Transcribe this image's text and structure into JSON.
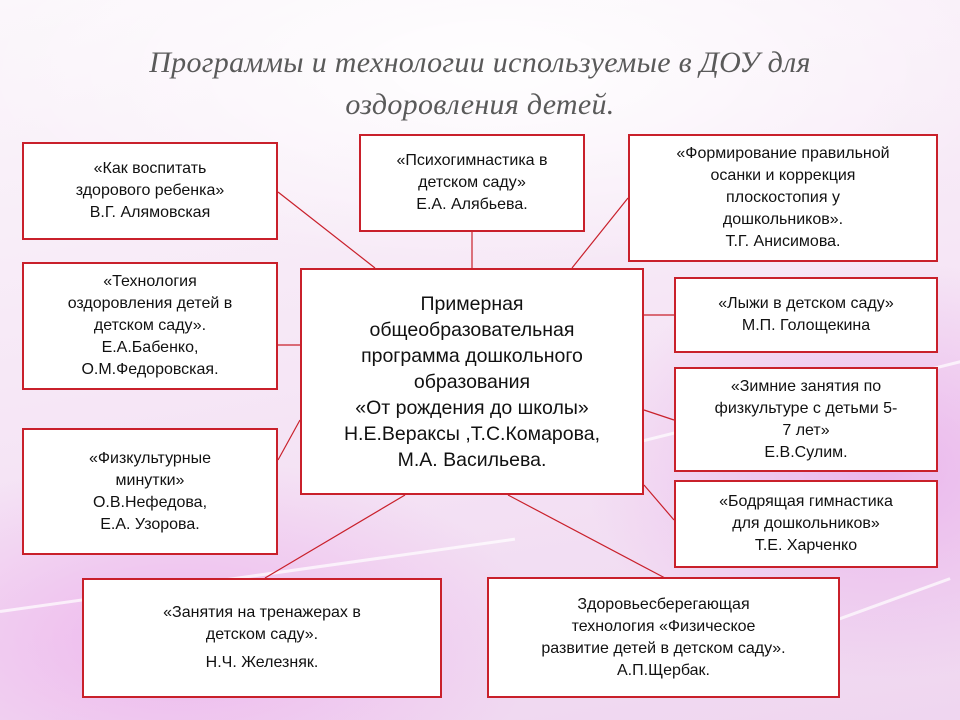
{
  "title": {
    "line1": "Программы и технологии используемые в ДОУ для",
    "line2": "оздоровления детей."
  },
  "center": {
    "lines": [
      "Примерная",
      "общеобразовательная",
      "программа дошкольного",
      "образования",
      "«От рождения до школы»",
      "Н.Е.Вераксы ,Т.С.Комарова,",
      "М.А. Васильева."
    ]
  },
  "boxes": {
    "alyamovskaya": {
      "lines": [
        "«Как воспитать",
        "здорового ребенка»",
        "В.Г. Алямовская"
      ]
    },
    "alyabyeva": {
      "lines": [
        "«Психогимнастика в",
        "детском саду»",
        "Е.А. Алябьева."
      ]
    },
    "anisimova": {
      "lines": [
        "«Формирование правильной",
        "осанки и коррекция",
        "плоскостопия у",
        "дошкольников».",
        "Т.Г. Анисимова."
      ]
    },
    "babenko": {
      "lines": [
        "«Технология",
        "оздоровления детей  в",
        "детском саду».",
        "Е.А.Бабенко,",
        "О.М.Федоровская."
      ]
    },
    "goloshchekina": {
      "lines": [
        "«Лыжи в детском саду»",
        "М.П. Голощекина"
      ]
    },
    "sulim": {
      "lines": [
        "«Зимние занятия  по",
        "физкультуре с детьми 5-",
        "7 лет»",
        "Е.В.Сулим."
      ]
    },
    "nefedova": {
      "lines": [
        "«Физкультурные",
        "минутки»",
        "О.В.Нефедова,",
        "Е.А. Узорова."
      ]
    },
    "kharchenko": {
      "lines": [
        "«Бодрящая гимнастика",
        "для дошкольников»",
        "Т.Е. Харченко"
      ]
    },
    "zheleznyak": {
      "lines": [
        "«Занятия на тренажерах в",
        "детском саду».",
        "Н.Ч. Железняк."
      ]
    },
    "shcherbak": {
      "lines": [
        "Здоровьесберегающая",
        "технология   «Физическое",
        "развитие детей в детском саду».",
        "А.П.Щербак."
      ]
    }
  },
  "colors": {
    "border": "#c9202b",
    "connector": "#c9202b",
    "title": "#5a5a5a"
  }
}
